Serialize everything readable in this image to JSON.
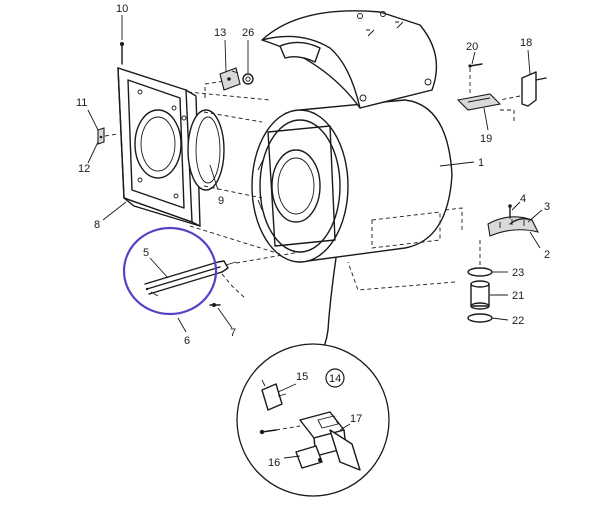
{
  "diagram": {
    "accent_color": "#5b3fc4",
    "callouts": {
      "c1": "1",
      "c2": "2",
      "c3": "3",
      "c4": "4",
      "c5": "5",
      "c6": "6",
      "c7": "7",
      "c8": "8",
      "c9": "9",
      "c10": "10",
      "c11": "11",
      "c12": "12",
      "c13": "13",
      "c14": "14",
      "c15": "15",
      "c16": "16",
      "c17": "17",
      "c18": "18",
      "c19": "19",
      "c20": "20",
      "c21": "21",
      "c22": "22",
      "c23": "23",
      "c26": "26"
    }
  }
}
